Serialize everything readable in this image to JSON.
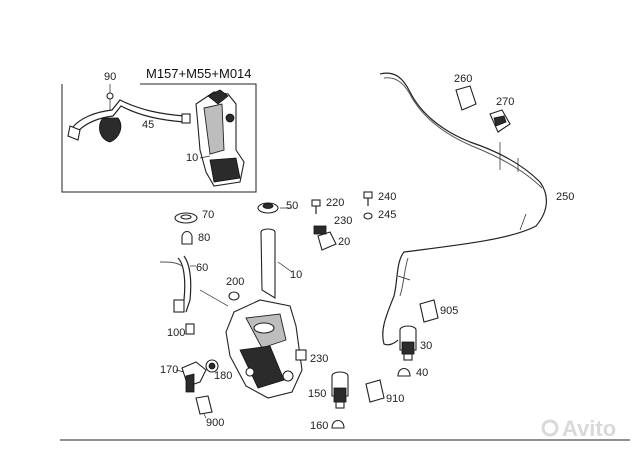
{
  "inset": {
    "title": "M157+M55+M014"
  },
  "labels": {
    "p10_inset": "10",
    "p45": "45",
    "p90": "90",
    "p50": "50",
    "p70": "70",
    "p80": "80",
    "p60": "60",
    "p200": "200",
    "p100": "100",
    "p10": "10",
    "p20": "20",
    "p220": "220",
    "p230_top": "230",
    "p240": "240",
    "p245": "245",
    "p250": "250",
    "p260": "260",
    "p270": "270",
    "p905": "905",
    "p30": "30",
    "p40": "40",
    "p230": "230",
    "p150": "150",
    "p910": "910",
    "p170": "170",
    "p180": "180",
    "p900": "900",
    "p160": "160"
  },
  "watermark": {
    "text": "Avito"
  }
}
